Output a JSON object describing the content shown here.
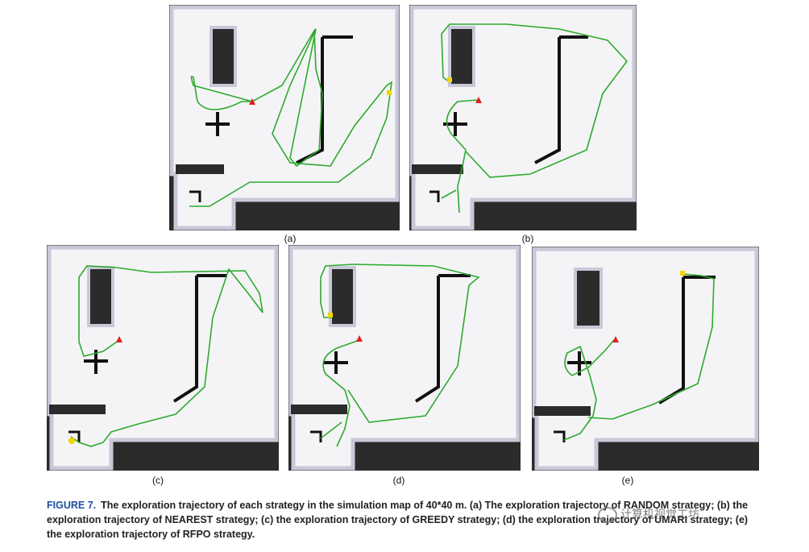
{
  "panels": [
    {
      "id": "a",
      "label": "(a)",
      "strategy": "RANDOM"
    },
    {
      "id": "b",
      "label": "(b)",
      "strategy": "NEAREST"
    },
    {
      "id": "c",
      "label": "(c)",
      "strategy": "GREEDY"
    },
    {
      "id": "d",
      "label": "(d)",
      "strategy": "UMARI"
    },
    {
      "id": "e",
      "label": "(e)",
      "strategy": "RFPO"
    }
  ],
  "caption": {
    "figure_label": "FIGURE 7.",
    "text": "The exploration trajectory of each strategy in the simulation map of 40*40 m. (a) The exploration trajectory of RANDOM strategy; (b) the exploration trajectory of NEAREST strategy; (c) the exploration trajectory of GREEDY strategy; (d) the exploration trajectory of UMARI strategy; (e) the exploration trajectory of RFPO strategy."
  },
  "watermark": {
    "text": "计算机视觉工坊"
  },
  "colors": {
    "trajectory": "#2eaa2e",
    "wall": "#111111",
    "map_bg": "#f4f4f6",
    "outside": "#2b2b2b",
    "start_marker": "#e02020",
    "goal_marker": "#f2d600",
    "caption_label": "#1f4fa0"
  }
}
